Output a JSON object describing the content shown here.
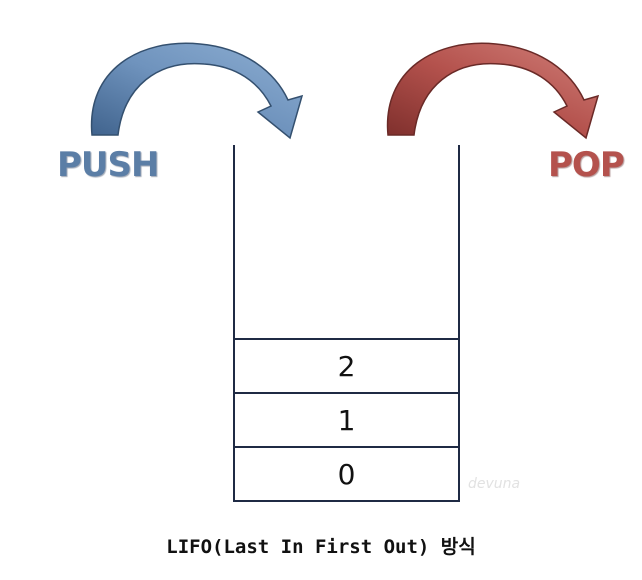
{
  "labels": {
    "push": "PUSH",
    "pop": "POP"
  },
  "stack": {
    "items": [
      "2",
      "1",
      "0"
    ]
  },
  "watermark": "devuna",
  "caption": "LIFO(Last In First Out) 방식",
  "colors": {
    "push": "#5b7ea6",
    "pop": "#b4524d",
    "stack_line": "#1f2a44"
  }
}
